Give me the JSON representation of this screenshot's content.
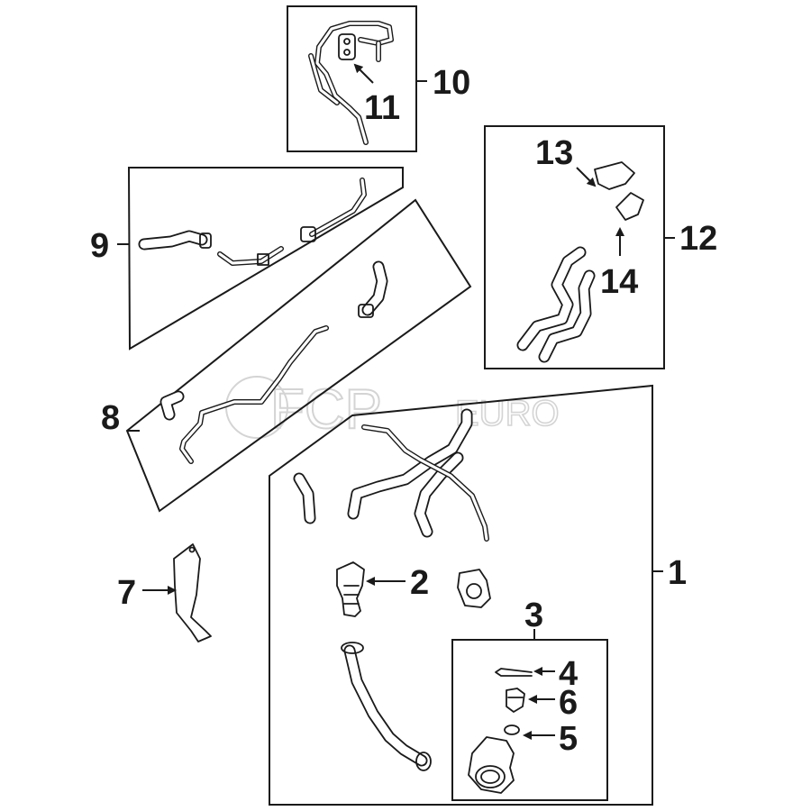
{
  "watermark": {
    "brand": "FCP",
    "suffix": "EURO"
  },
  "callouts": [
    "1",
    "2",
    "3",
    "4",
    "5",
    "6",
    "7",
    "8",
    "9",
    "10",
    "11",
    "12",
    "13",
    "14"
  ],
  "colors": {
    "ink": "#1a1a1a",
    "watermark": "#d4d4d4",
    "background": "#ffffff"
  }
}
